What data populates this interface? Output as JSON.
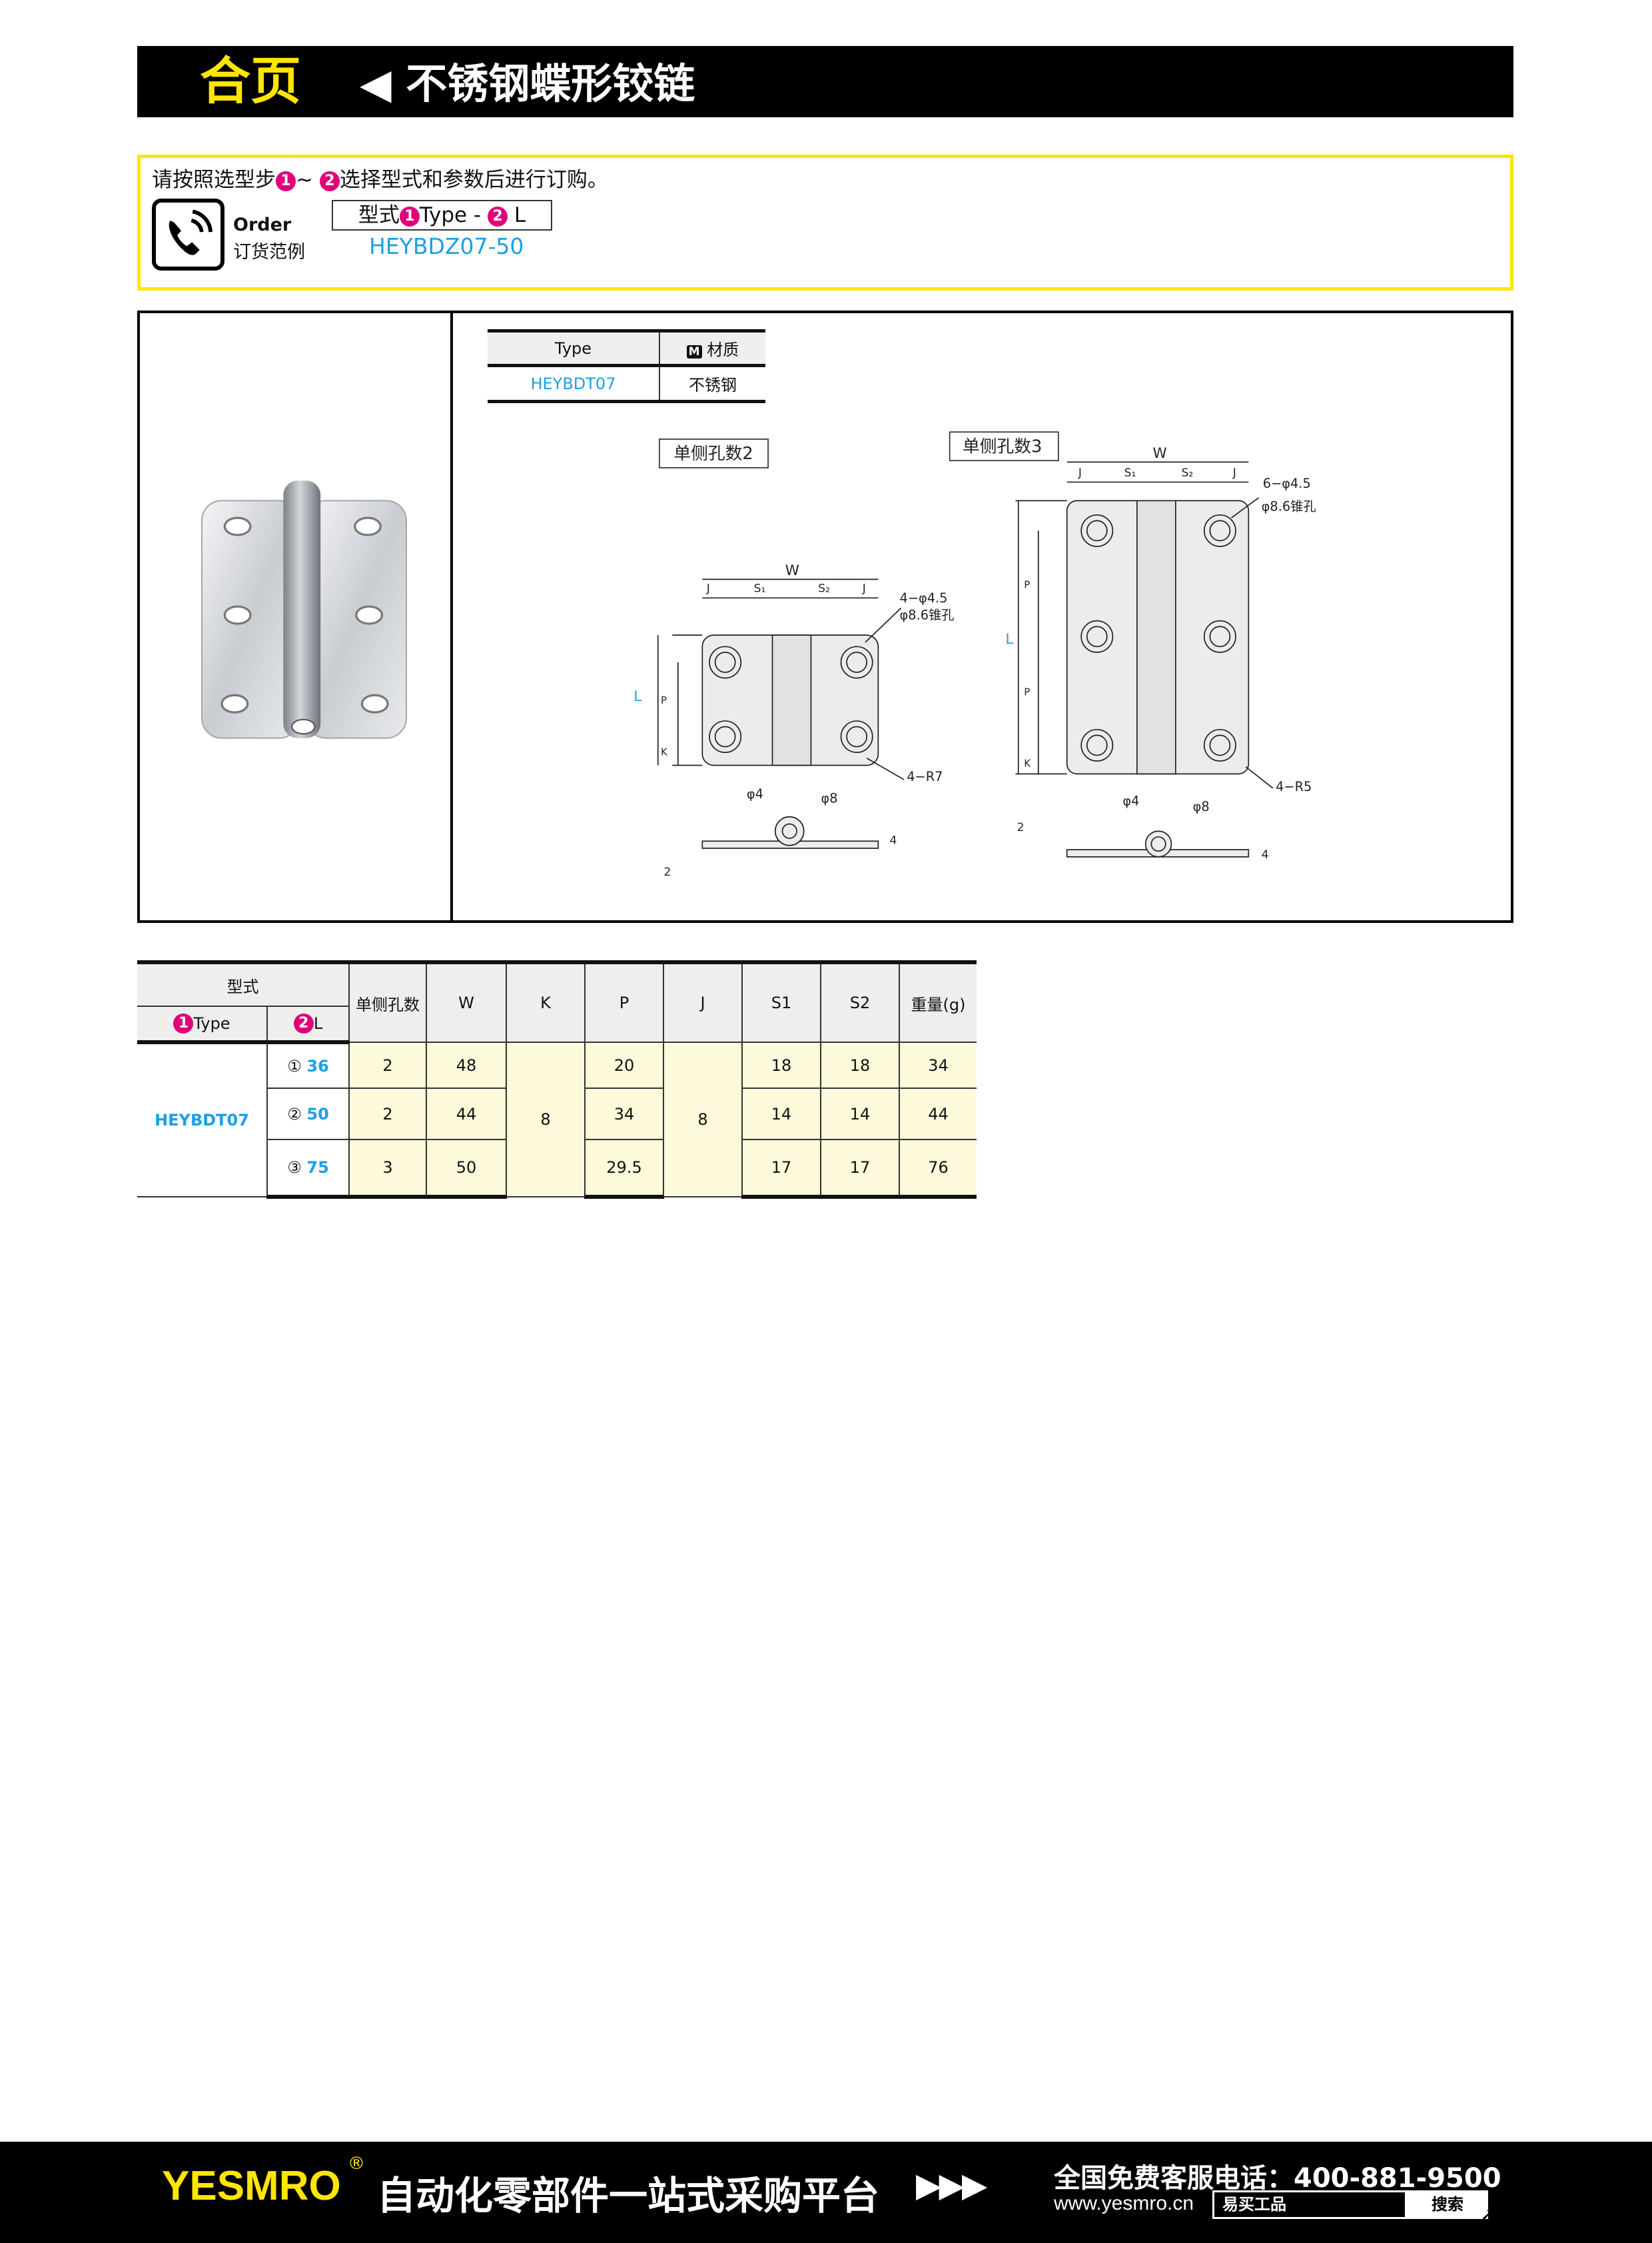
{
  "header": {
    "category": "合页",
    "title": "◀ 不锈钢蝶形铰链"
  },
  "order": {
    "instruction_pre": "请按照选型步",
    "instruction_sep": "~ ",
    "instruction_post": "选择型式和参数后进行订购。",
    "step1": "1",
    "step2": "2",
    "label_en": "Order",
    "label_cn": "订货范例",
    "type_prefix": "型式",
    "type_part": "Type - ",
    "l_part": "L",
    "example": "HEYBDZ07-50"
  },
  "material_table": {
    "headers": [
      "Type",
      "材质"
    ],
    "material_badge": "M",
    "rows": [
      [
        "HEYBDT07",
        "不锈钢"
      ]
    ]
  },
  "drawings": {
    "left": {
      "title": "单侧孔数2",
      "holes": "4−φ4.5",
      "countersink": "φ8.6锥孔",
      "radius": "4−R7"
    },
    "right": {
      "title": "单侧孔数3",
      "holes": "6−φ4.5",
      "countersink": "φ8.6锥孔",
      "radius": "4−R5"
    },
    "dims": {
      "W": "W",
      "J": "J",
      "S1": "S₁",
      "S2": "S₂",
      "L": "L",
      "P": "P",
      "K": "K",
      "d4": "φ4",
      "d8": "φ8",
      "t2": "2",
      "t4": "4"
    }
  },
  "spec_table": {
    "group_header": "型式",
    "type_header": "Type",
    "l_header": "L",
    "columns": [
      "单侧孔数",
      "W",
      "K",
      "P",
      "J",
      "S1",
      "S2",
      "重量(g)"
    ],
    "type": "HEYBDT07",
    "K": "8",
    "J": "8",
    "rows": [
      {
        "idx": "①",
        "L": "36",
        "holes": "2",
        "W": "48",
        "P": "20",
        "S1": "18",
        "S2": "18",
        "weight": "34"
      },
      {
        "idx": "②",
        "L": "50",
        "holes": "2",
        "W": "44",
        "P": "34",
        "S1": "14",
        "S2": "14",
        "weight": "44"
      },
      {
        "idx": "③",
        "L": "75",
        "holes": "3",
        "W": "50",
        "P": "29.5",
        "S1": "17",
        "S2": "17",
        "weight": "76"
      }
    ]
  },
  "footer": {
    "logo": "YESMRO",
    "reg": "®",
    "slogan": "自动化零部件一站式采购平台",
    "arrows": "▶▶▶",
    "hotline": "全国免费客服电话：400-881-9500",
    "website": "www.yesmro.cn",
    "search_value": "易买工品",
    "search_button": "搜索"
  },
  "colors": {
    "accent_yellow": "#ffe600",
    "step_pink": "#e0007a",
    "link_blue": "#1aa0e6",
    "cell_yellow": "#fdfadc"
  }
}
